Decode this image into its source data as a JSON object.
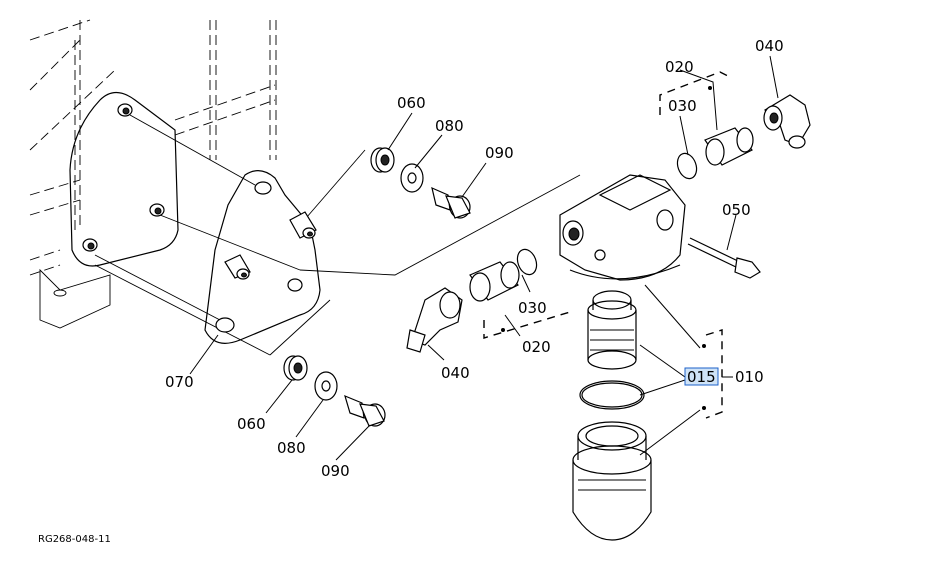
{
  "drawing_code": "RG268-048-11",
  "callouts": {
    "c010": "010",
    "c015": "015",
    "c020a": "020",
    "c020b": "020",
    "c030a": "030",
    "c030b": "030",
    "c040a": "040",
    "c040b": "040",
    "c050": "050",
    "c060a": "060",
    "c060b": "060",
    "c070": "070",
    "c080a": "080",
    "c080b": "080",
    "c090a": "090",
    "c090b": "090"
  },
  "highlighted_callout": "015",
  "colors": {
    "line": "#000000",
    "highlight_fill": "#cfe3f7",
    "highlight_border": "#1e62c9"
  }
}
